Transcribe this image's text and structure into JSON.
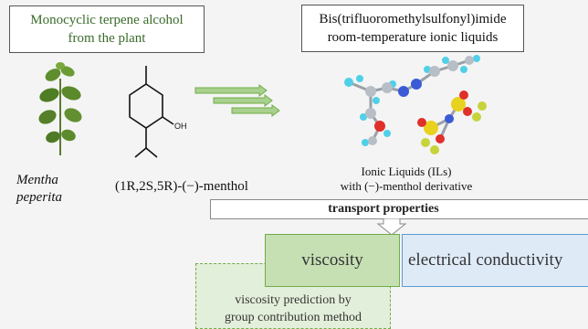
{
  "titles": {
    "terpene_line1": "Monocyclic terpene alcohol",
    "terpene_line2": "from the plant",
    "il_line1": "Bis(trifluoromethylsulfonyl)imide",
    "il_line2": "room-temperature ionic liquids"
  },
  "plant": {
    "line1": "Mentha",
    "line2": "peperita"
  },
  "menthol": {
    "label": "(1R,2S,5R)-(−)-menthol",
    "oh_label": "OH"
  },
  "ionic_liquids": {
    "line1": "Ionic Liquids (ILs)",
    "line2": "with (−)-menthol derivative"
  },
  "transport": {
    "label": "transport properties"
  },
  "viscosity": {
    "label": "viscosity"
  },
  "conductivity": {
    "label": "electrical conductivity"
  },
  "prediction": {
    "line1": "viscosity prediction by",
    "line2": "group contribution method"
  },
  "colors": {
    "title_green": "#3a6b2a",
    "viscosity_fill": "#c6e0b4",
    "viscosity_border": "#70ad47",
    "conductivity_fill": "#deebf7",
    "conductivity_border": "#5b9bd5",
    "arrow_green": "#70ad47"
  }
}
